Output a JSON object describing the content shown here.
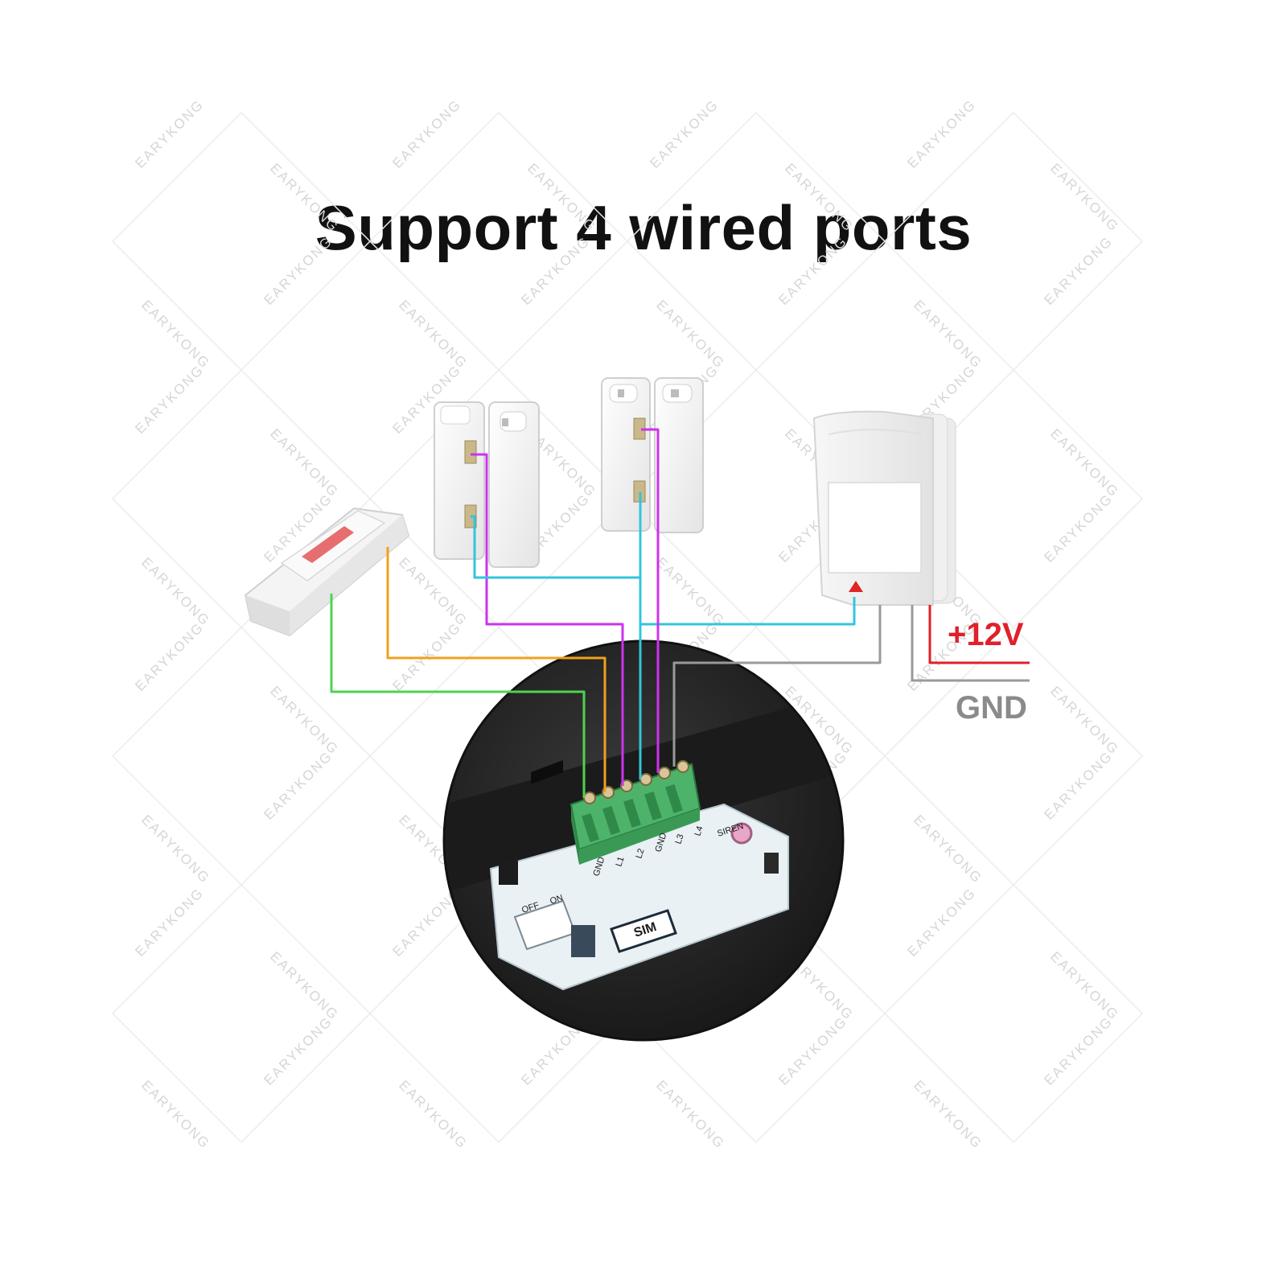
{
  "title": "Support 4 wired ports",
  "watermark": "EARYKONG",
  "power_labels": {
    "plus12v": "+12V",
    "gnd": "GND"
  },
  "terminal_labels": [
    "GND",
    "L1",
    "L2",
    "GND",
    "L3",
    "L4",
    "SIREN"
  ],
  "board_labels": {
    "sim": "SIM",
    "off": "OFF",
    "on": "ON"
  },
  "devices": {
    "exit_button": "exit-button",
    "door_sensor_1": "magnetic-door-contact",
    "door_sensor_2": "magnetic-door-contact",
    "motion_detector": "pir-motion-detector",
    "panel": "alarm-panel-terminal-block"
  },
  "colors": {
    "green_wire": "#4fd34f",
    "orange_wire": "#f0a020",
    "magenta_wire": "#cc33ee",
    "cyan_wire": "#33c4dd",
    "gray_wire": "#9a9a9a",
    "red_wire": "#e0202a",
    "terminal_block": "#3da35a"
  }
}
